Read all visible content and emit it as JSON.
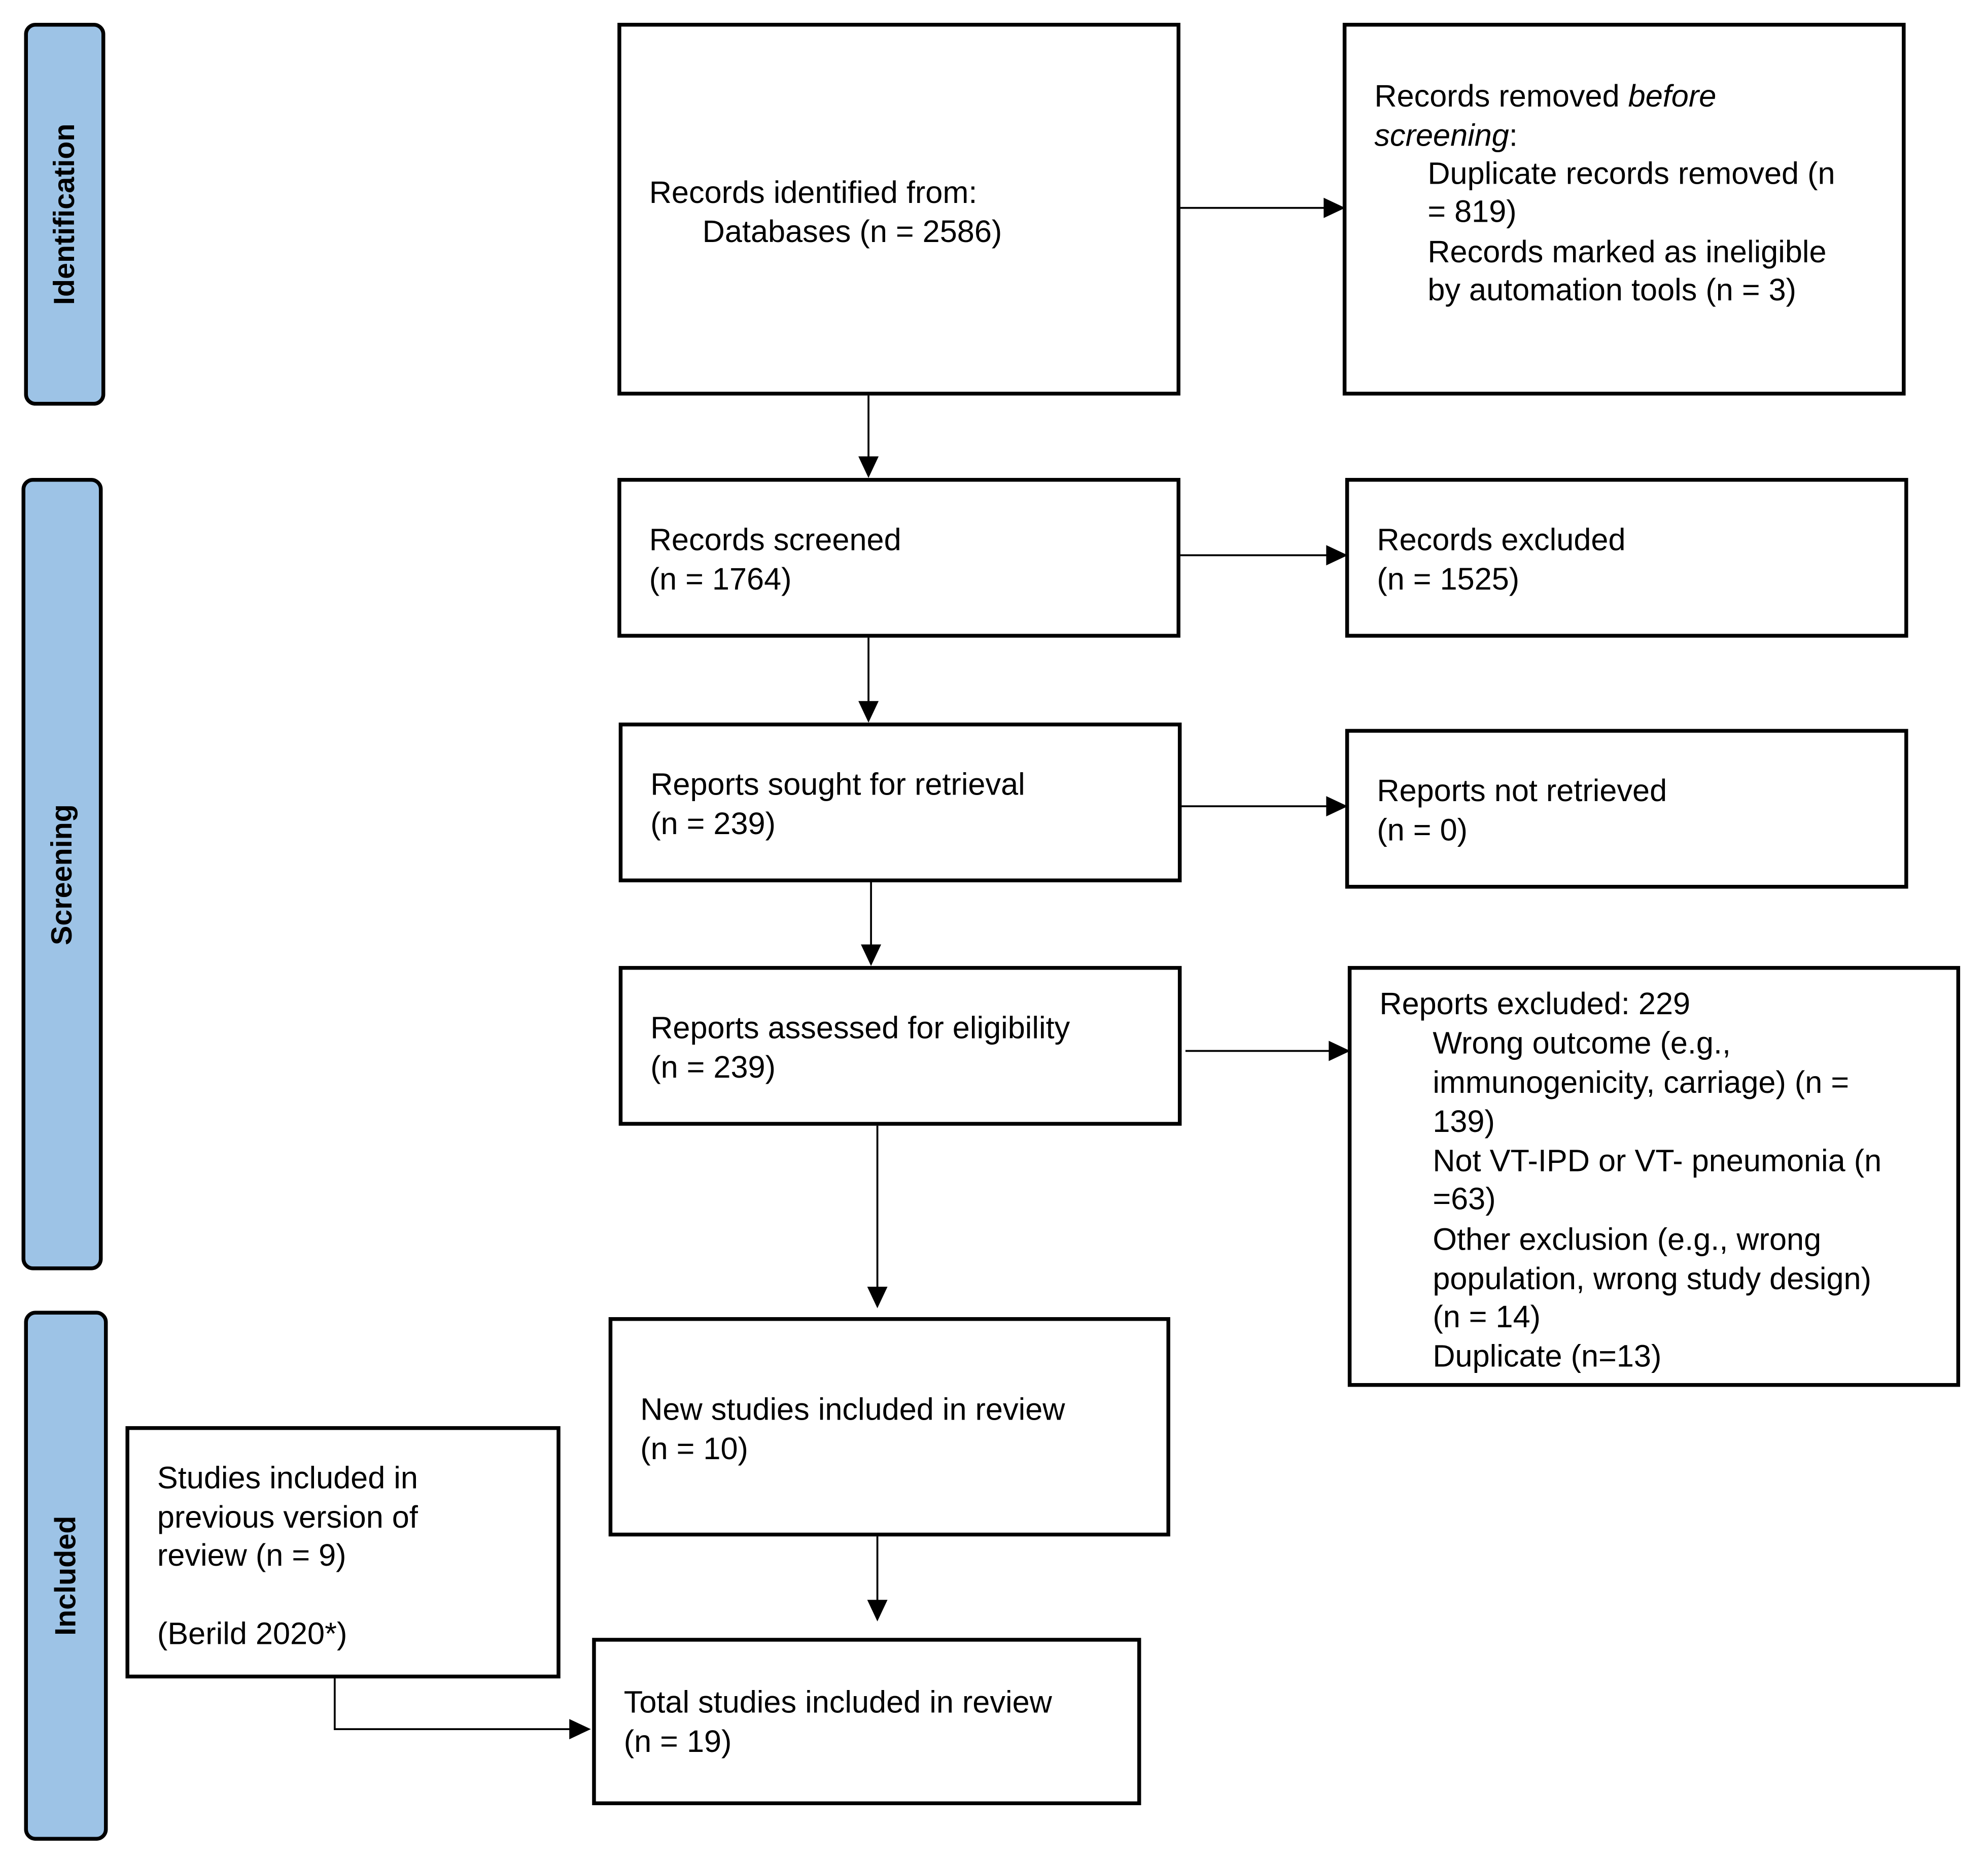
{
  "phases": {
    "identification": "Identification",
    "screening": "Screening",
    "included": "Included"
  },
  "boxes": {
    "records_identified": {
      "line1": "Records identified from:",
      "line2": "Databases (n = 2586)"
    },
    "records_removed": {
      "line1_a": "Records removed ",
      "line1_b": "before",
      "line2_a": "screening",
      "line2_b": ":",
      "line3": "Duplicate records removed (n",
      "line4": "= 819)",
      "line5": "Records marked as ineligible",
      "line6": "by automation tools (n = 3)"
    },
    "records_screened": {
      "line1": "Records screened",
      "line2": "(n = 1764)"
    },
    "records_excluded": {
      "line1": "Records excluded",
      "line2": "(n = 1525)"
    },
    "reports_sought": {
      "line1": "Reports sought for retrieval",
      "line2": "(n = 239)"
    },
    "reports_not_retrieved": {
      "line1": "Reports not retrieved",
      "line2": "(n = 0)"
    },
    "reports_assessed": {
      "line1": "Reports assessed for eligibility",
      "line2": "(n = 239)"
    },
    "reports_excluded": {
      "line1": "Reports excluded: 229",
      "line2": "Wrong outcome (e.g.,",
      "line3": "immunogenicity, carriage) (n =",
      "line4": "139)",
      "line5": "Not VT-IPD or VT- pneumonia (n",
      "line6": "=63)",
      "line7": "Other exclusion (e.g., wrong",
      "line8": "population, wrong study design)",
      "line9": "(n = 14)",
      "line10": "Duplicate (n=13)"
    },
    "new_studies": {
      "line1": "New studies included in review",
      "line2": "(n = 10)"
    },
    "previous_studies": {
      "line1": "Studies included in",
      "line2": "previous version of",
      "line3": "review (n = 9)",
      "line4": "(Berild 2020*)"
    },
    "total_studies": {
      "line1": "Total studies included in review",
      "line2": "(n = 19)"
    }
  },
  "colors": {
    "phase_fill": "#9dc3e6",
    "border": "#000000",
    "background": "#ffffff"
  }
}
